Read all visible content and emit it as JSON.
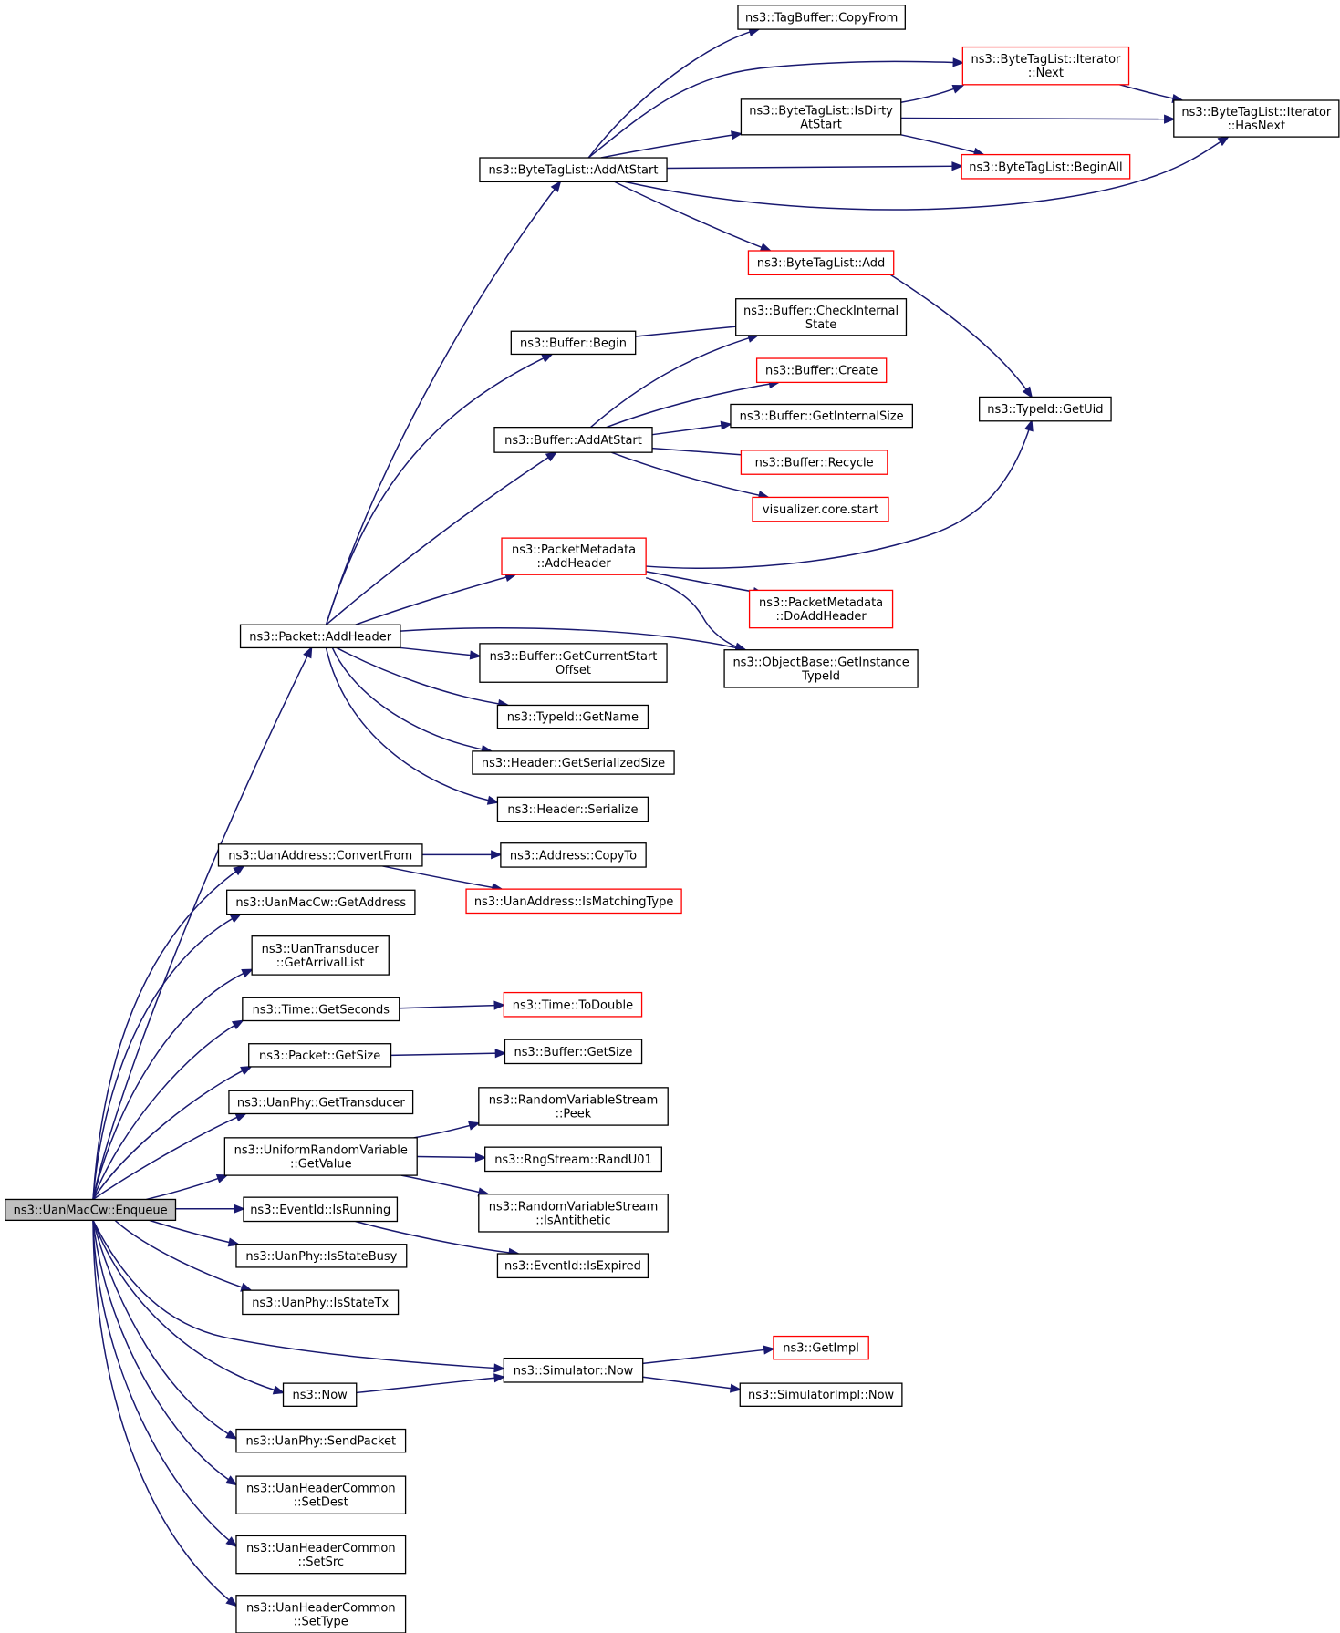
{
  "colors": {
    "edge": "#191970",
    "normal_border": "#000000",
    "red_border": "#ff0000",
    "root_fill": "#bfbfbf",
    "node_fill": "#ffffff"
  },
  "nodes": [
    {
      "id": "enqueue",
      "lines": [
        "ns3::UanMacCw::Enqueue"
      ],
      "style": "root"
    },
    {
      "id": "addheader",
      "lines": [
        "ns3::Packet::AddHeader"
      ],
      "style": "normal"
    },
    {
      "id": "convertfrom",
      "lines": [
        "ns3::UanAddress::ConvertFrom"
      ],
      "style": "normal"
    },
    {
      "id": "getaddress",
      "lines": [
        "ns3::UanMacCw::GetAddress"
      ],
      "style": "normal"
    },
    {
      "id": "getarrivallist",
      "lines": [
        "ns3::UanTransducer",
        "::GetArrivalList"
      ],
      "style": "normal"
    },
    {
      "id": "getseconds",
      "lines": [
        "ns3::Time::GetSeconds"
      ],
      "style": "normal"
    },
    {
      "id": "packetgetsize",
      "lines": [
        "ns3::Packet::GetSize"
      ],
      "style": "normal"
    },
    {
      "id": "gettransducer",
      "lines": [
        "ns3::UanPhy::GetTransducer"
      ],
      "style": "normal"
    },
    {
      "id": "getvalue",
      "lines": [
        "ns3::UniformRandomVariable",
        "::GetValue"
      ],
      "style": "normal"
    },
    {
      "id": "isrunning",
      "lines": [
        "ns3::EventId::IsRunning"
      ],
      "style": "normal"
    },
    {
      "id": "isstatebusy",
      "lines": [
        "ns3::UanPhy::IsStateBusy"
      ],
      "style": "normal"
    },
    {
      "id": "isstatetx",
      "lines": [
        "ns3::UanPhy::IsStateTx"
      ],
      "style": "normal"
    },
    {
      "id": "simnow",
      "lines": [
        "ns3::Simulator::Now"
      ],
      "style": "normal"
    },
    {
      "id": "now",
      "lines": [
        "ns3::Now"
      ],
      "style": "normal"
    },
    {
      "id": "sendpacket",
      "lines": [
        "ns3::UanPhy::SendPacket"
      ],
      "style": "normal"
    },
    {
      "id": "setdest",
      "lines": [
        "ns3::UanHeaderCommon",
        "::SetDest"
      ],
      "style": "normal"
    },
    {
      "id": "setsrc",
      "lines": [
        "ns3::UanHeaderCommon",
        "::SetSrc"
      ],
      "style": "normal"
    },
    {
      "id": "settype",
      "lines": [
        "ns3::UanHeaderCommon",
        "::SetType"
      ],
      "style": "normal"
    },
    {
      "id": "btladdatstart",
      "lines": [
        "ns3::ByteTagList::AddAtStart"
      ],
      "style": "normal"
    },
    {
      "id": "bufbegin",
      "lines": [
        "ns3::Buffer::Begin"
      ],
      "style": "normal"
    },
    {
      "id": "bufaddatstart",
      "lines": [
        "ns3::Buffer::AddAtStart"
      ],
      "style": "normal"
    },
    {
      "id": "pmaddheader",
      "lines": [
        "ns3::PacketMetadata",
        "::AddHeader"
      ],
      "style": "red"
    },
    {
      "id": "getcurrentstart",
      "lines": [
        "ns3::Buffer::GetCurrentStart",
        "Offset"
      ],
      "style": "normal"
    },
    {
      "id": "typeidgetname",
      "lines": [
        "ns3::TypeId::GetName"
      ],
      "style": "normal"
    },
    {
      "id": "hdrgetserialized",
      "lines": [
        "ns3::Header::GetSerializedSize"
      ],
      "style": "normal"
    },
    {
      "id": "hdrserialize",
      "lines": [
        "ns3::Header::Serialize"
      ],
      "style": "normal"
    },
    {
      "id": "addrcopyto",
      "lines": [
        "ns3::Address::CopyTo"
      ],
      "style": "normal"
    },
    {
      "id": "ismatchingtype",
      "lines": [
        "ns3::UanAddress::IsMatchingType"
      ],
      "style": "red"
    },
    {
      "id": "todouble",
      "lines": [
        "ns3::Time::ToDouble"
      ],
      "style": "red"
    },
    {
      "id": "bufgetsize",
      "lines": [
        "ns3::Buffer::GetSize"
      ],
      "style": "normal"
    },
    {
      "id": "rvspeek",
      "lines": [
        "ns3::RandomVariableStream",
        "::Peek"
      ],
      "style": "normal"
    },
    {
      "id": "randu01",
      "lines": [
        "ns3::RngStream::RandU01"
      ],
      "style": "normal"
    },
    {
      "id": "isantithetic",
      "lines": [
        "ns3::RandomVariableStream",
        "::IsAntithetic"
      ],
      "style": "normal"
    },
    {
      "id": "isexpired",
      "lines": [
        "ns3::EventId::IsExpired"
      ],
      "style": "normal"
    },
    {
      "id": "getimpl",
      "lines": [
        "ns3::GetImpl"
      ],
      "style": "red"
    },
    {
      "id": "simimplnow",
      "lines": [
        "ns3::SimulatorImpl::Now"
      ],
      "style": "normal"
    },
    {
      "id": "tagcopyfrom",
      "lines": [
        "ns3::TagBuffer::CopyFrom"
      ],
      "style": "normal"
    },
    {
      "id": "btlitnext",
      "lines": [
        "ns3::ByteTagList::Iterator",
        "::Next"
      ],
      "style": "red"
    },
    {
      "id": "btlisdirty",
      "lines": [
        "ns3::ByteTagList::IsDirty",
        "AtStart"
      ],
      "style": "normal"
    },
    {
      "id": "btlbeginall",
      "lines": [
        "ns3::ByteTagList::BeginAll"
      ],
      "style": "red"
    },
    {
      "id": "btladd",
      "lines": [
        "ns3::ByteTagList::Add"
      ],
      "style": "red"
    },
    {
      "id": "btlithasnext",
      "lines": [
        "ns3::ByteTagList::Iterator",
        "::HasNext"
      ],
      "style": "normal"
    },
    {
      "id": "bufcheckinternal",
      "lines": [
        "ns3::Buffer::CheckInternal",
        "State"
      ],
      "style": "normal"
    },
    {
      "id": "bufcreate",
      "lines": [
        "ns3::Buffer::Create"
      ],
      "style": "red"
    },
    {
      "id": "bufgetinternalsize",
      "lines": [
        "ns3::Buffer::GetInternalSize"
      ],
      "style": "normal"
    },
    {
      "id": "bufrecycle",
      "lines": [
        "ns3::Buffer::Recycle"
      ],
      "style": "red"
    },
    {
      "id": "vizstart",
      "lines": [
        "visualizer.core.start"
      ],
      "style": "red"
    },
    {
      "id": "typeidgetuid",
      "lines": [
        "ns3::TypeId::GetUid"
      ],
      "style": "normal"
    },
    {
      "id": "pmdoaddheader",
      "lines": [
        "ns3::PacketMetadata",
        "::DoAddHeader"
      ],
      "style": "red"
    },
    {
      "id": "getinstancetypeid",
      "lines": [
        "ns3::ObjectBase::GetInstance",
        "TypeId"
      ],
      "style": "normal"
    }
  ]
}
